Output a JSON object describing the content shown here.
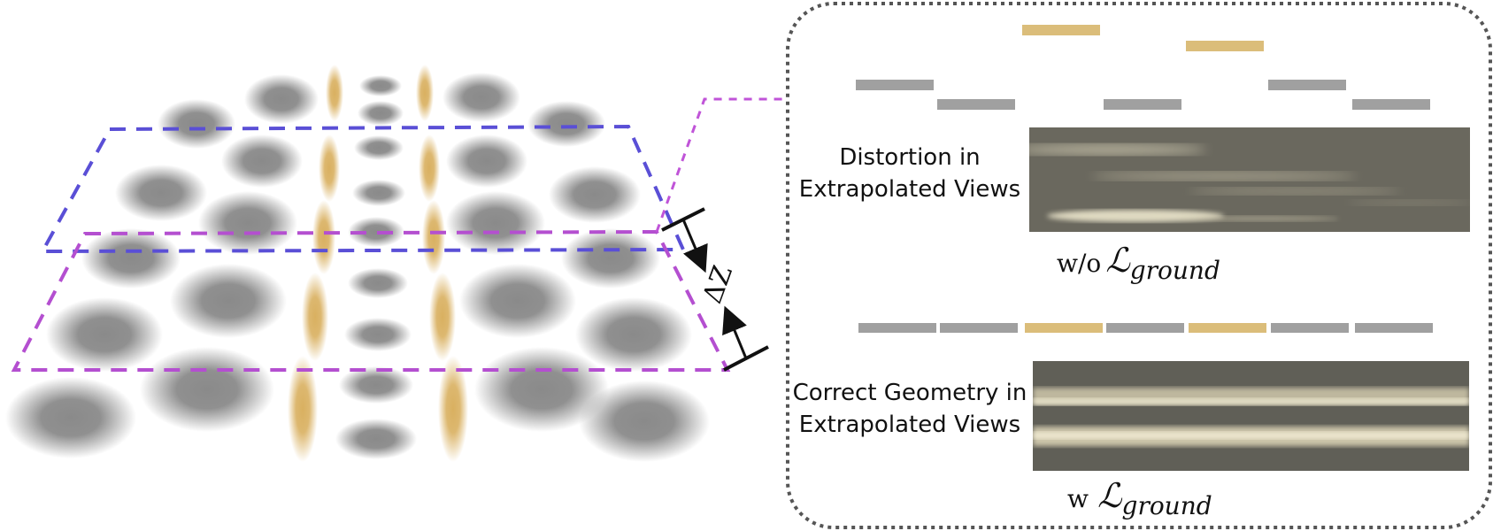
{
  "colors": {
    "gaussian_gray": "#8a8a8a",
    "gaussian_gold": "#d9b060",
    "plane_upper": "#5a4fd6",
    "plane_lower": "#b44fd0",
    "connector": "#c054d8",
    "panel_border": "#555555",
    "bar_gray": "#a0a0a0",
    "bar_gold": "#dbbd7a"
  },
  "labels": {
    "delta_z": "ΔZ",
    "distortion": [
      "Distortion in",
      "Extrapolated Views"
    ],
    "correct": [
      "Correct Geometry in",
      "Extrapolated Views"
    ],
    "without_prefix": "w/o",
    "with_prefix": "w",
    "loss_symbol": "ℒ",
    "loss_subscript": "ground"
  },
  "bars_top": [
    {
      "color": "gray",
      "level": 2
    },
    {
      "color": "gray",
      "level": 3
    },
    {
      "color": "gold",
      "level": 0
    },
    {
      "color": "gray",
      "level": 3
    },
    {
      "color": "gold",
      "level": 1
    },
    {
      "color": "gray",
      "level": 2
    },
    {
      "color": "gray",
      "level": 3
    }
  ],
  "bars_bottom": [
    "gray",
    "gray",
    "gold",
    "gray",
    "gold",
    "gray",
    "gray"
  ]
}
